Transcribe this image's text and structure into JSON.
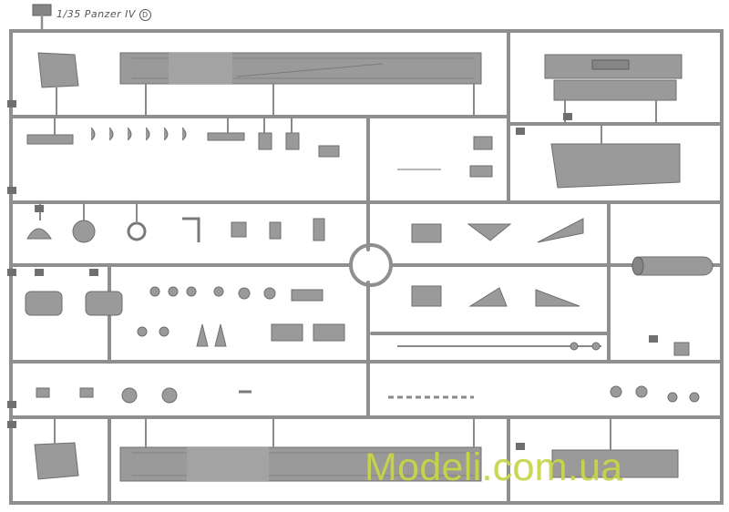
{
  "sprue": {
    "title": "1/35 Panzer IV",
    "sprue_letter": "D"
  },
  "watermark": {
    "text": "Modeli.com.ua",
    "color": "#c8d64a"
  },
  "colors": {
    "plastic": "#9a9a9a",
    "sprue_frame": "#8f8f8f",
    "background": "#ffffff"
  }
}
